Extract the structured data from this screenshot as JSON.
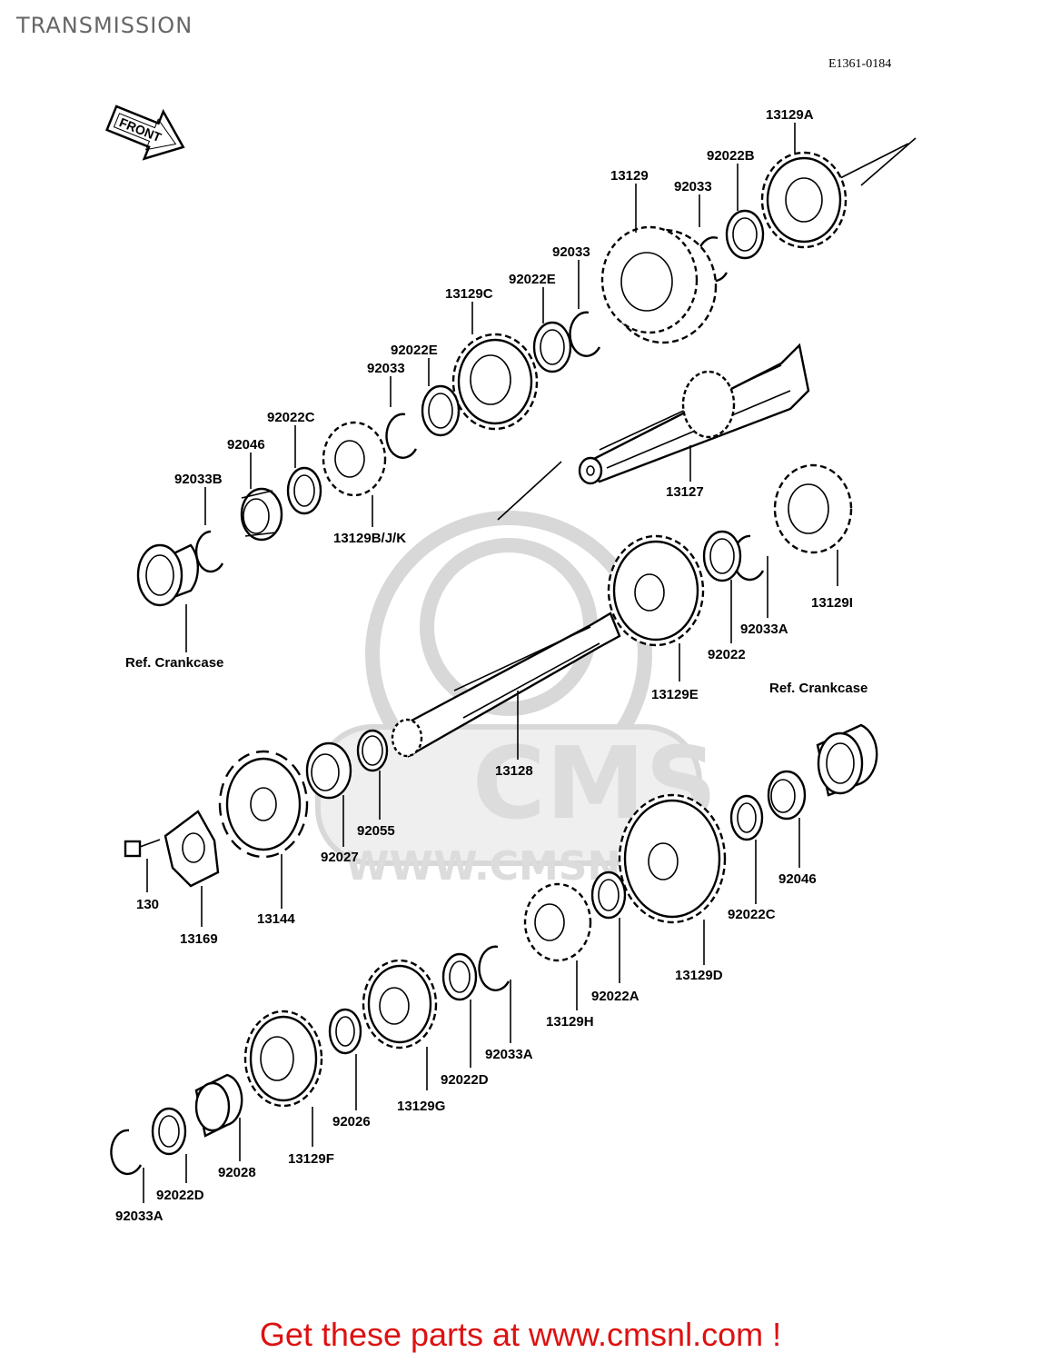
{
  "header": {
    "title": "TRANSMISSION",
    "diagram_code": "E1361-0184",
    "front_arrow_label": "FRONT"
  },
  "watermark": {
    "brand": "CMS",
    "url": "WWW.CMSNL"
  },
  "labels": {
    "p_13129A": "13129A",
    "p_92022B": "92022B",
    "p_13129": "13129",
    "p_92033_a": "92033",
    "p_92033_b": "92033",
    "p_92022E_a": "92022E",
    "p_13129C": "13129C",
    "p_92022E_b": "92022E",
    "p_92033_c": "92033",
    "p_92022C_a": "92022C",
    "p_92046_a": "92046",
    "p_92033B": "92033B",
    "p_13129BJK": "13129B/J/K",
    "p_13127": "13127",
    "p_ref_crankcase_a": "Ref. Crankcase",
    "p_13129I": "13129I",
    "p_92033A_a": "92033A",
    "p_92022": "92022",
    "p_13129E": "13129E",
    "p_ref_crankcase_b": "Ref. Crankcase",
    "p_13128": "13128",
    "p_92055": "92055",
    "p_92027": "92027",
    "p_130": "130",
    "p_13169": "13169",
    "p_13144": "13144",
    "p_92046_b": "92046",
    "p_92022C_b": "92022C",
    "p_13129D": "13129D",
    "p_92022A": "92022A",
    "p_13129H": "13129H",
    "p_92033A_b": "92033A",
    "p_92022D_a": "92022D",
    "p_13129G": "13129G",
    "p_92026": "92026",
    "p_13129F": "13129F",
    "p_92028": "92028",
    "p_92022D_b": "92022D",
    "p_92033A_c": "92033A"
  },
  "footer": {
    "cta": "Get these parts at www.cmsnl.com !"
  }
}
